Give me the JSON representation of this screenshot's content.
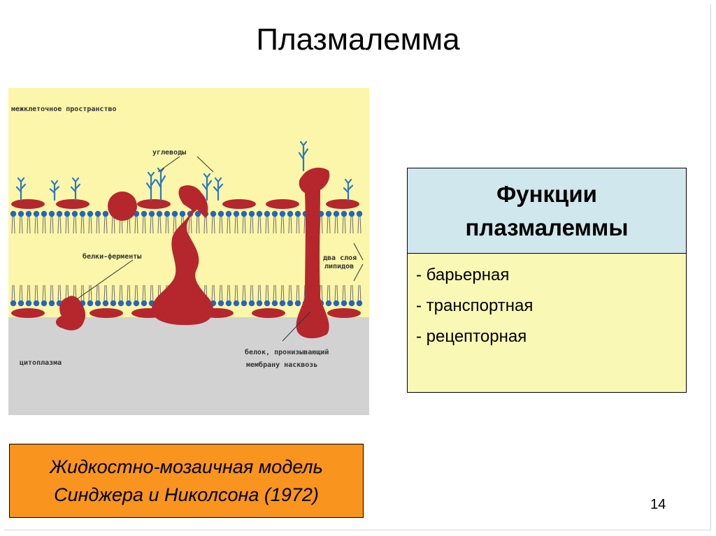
{
  "slide": {
    "title": "Плазмалемма",
    "page_number": "14"
  },
  "diagram": {
    "labels": {
      "intercellular_space": "межклеточное пространство",
      "carbohydrates": "углеводы",
      "enzyme_proteins": "белки-ферменты",
      "two_lipid_layers_line1": "два слоя",
      "two_lipid_layers_line2": "липидов",
      "cytoplasm": "цитоплазма",
      "transmembrane_protein_line1": "белок, пронизывающий",
      "transmembrane_protein_line2": "мембрану насквозь"
    },
    "colors": {
      "extracellular": "#fbf6a9",
      "cytoplasm": "#d2d2d3",
      "protein": "#b5272d",
      "lipid_head": "#2467b8",
      "carbohydrate": "#2a78c0"
    }
  },
  "functions": {
    "header_line1": "Функции",
    "header_line2": "плазмалеммы",
    "items": [
      "- барьерная",
      "- транспортная",
      "- рецепторная"
    ]
  },
  "caption": {
    "line1": "Жидкостно-мозаичная модель",
    "line2": "Синджера и Николсона (1972)"
  }
}
